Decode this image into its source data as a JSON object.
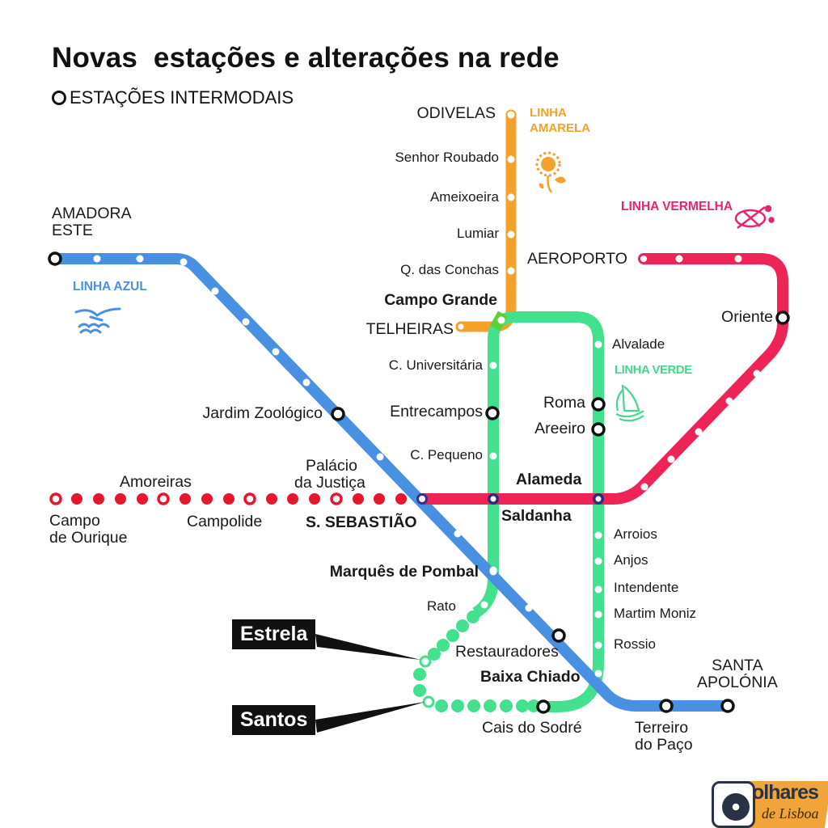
{
  "header": {
    "title": "Novas  estações e alterações na rede",
    "legend_label": "ESTAÇÕES INTERMODAIS",
    "legend_icon": "ring-icon"
  },
  "colors": {
    "azul": "#4a90e2",
    "amarela": "#f4a12c",
    "verde": "#43e08e",
    "vermelha": "#ee2356",
    "new_extension_red": "#e8162d",
    "interchange_overlap": "#3b2b8c",
    "callout_bg": "#111111",
    "text": "#1a1a1a"
  },
  "lines": {
    "azul": {
      "name": "LINHA AZUL",
      "icon": "seagull-icon",
      "stations": [
        "AMADORA ESTE",
        "Jardim Zoológico",
        "S. SEBASTIÃO",
        "Marquês de Pombal",
        "Restauradores",
        "Baixa Chiado",
        "Terreiro do Paço",
        "SANTA APOLÓNIA"
      ]
    },
    "amarela": {
      "name_line1": "LINHA",
      "name_line2": "AMARELA",
      "icon": "sunflower-icon",
      "stations": [
        "ODIVELAS",
        "Senhor Roubado",
        "Ameixoeira",
        "Lumiar",
        "Q. das Conchas",
        "Campo Grande",
        "TELHEIRAS"
      ]
    },
    "verde": {
      "name": "LINHA VERDE",
      "icon": "caravel-icon",
      "stations": [
        "Campo Grande",
        "C. Universitária",
        "Entrecampos",
        "C. Pequeno",
        "Saldanha",
        "Marquês de Pombal",
        "Rato",
        "Estrela",
        "Santos",
        "Cais do Sodré",
        "Baixa Chiado",
        "Rossio",
        "Martim Moniz",
        "Intendente",
        "Anjos",
        "Arroios",
        "Alameda",
        "Areeiro",
        "Roma",
        "Alvalade"
      ]
    },
    "vermelha": {
      "name": "LINHA VERMELHA",
      "icon": "compass-rose-icon",
      "stations": [
        "AEROPORTO",
        "Oriente",
        "Alameda",
        "Saldanha",
        "S. SEBASTIÃO",
        "Palácio da Justiça",
        "Campolide",
        "Amoreiras",
        "Campo de Ourique"
      ]
    }
  },
  "labels": {
    "odivelas": "ODIVELAS",
    "senhor_roubado": "Senhor Roubado",
    "ameixoeira": "Ameixoeira",
    "lumiar": "Lumiar",
    "q_conchas": "Q. das Conchas",
    "campo_grande": "Campo Grande",
    "telheiras": "TELHEIRAS",
    "amadora_1": "AMADORA",
    "amadora_2": "ESTE",
    "aeroporto": "AEROPORTO",
    "oriente": "Oriente",
    "alvalade": "Alvalade",
    "c_universitaria": "C. Universitária",
    "jardim_zoologico": "Jardim Zoológico",
    "entrecampos": "Entrecampos",
    "roma": "Roma",
    "areeiro": "Areeiro",
    "c_pequeno": "C. Pequeno",
    "amoreiras": "Amoreiras",
    "palacio_1": "Palácio",
    "palacio_2": "da Justiça",
    "alameda": "Alameda",
    "campo_ourique_1": "Campo",
    "campo_ourique_2": "de Ourique",
    "campolide": "Campolide",
    "s_sebastiao": "S. SEBASTIÃO",
    "saldanha": "Saldanha",
    "arroios": "Arroios",
    "anjos": "Anjos",
    "intendente": "Intendente",
    "marques_pombal": "Marquês de Pombal",
    "martim_moniz": "Martim Moniz",
    "rato": "Rato",
    "rossio": "Rossio",
    "restauradores": "Restauradores",
    "baixa_chiado": "Baixa Chiado",
    "santa_apolonia_1": "SANTA",
    "santa_apolonia_2": "APOLÓNIA",
    "cais_sodre": "Cais do Sodré",
    "terreiro_1": "Terreiro",
    "terreiro_2": "do Paço"
  },
  "callouts": {
    "estrela": "Estrela",
    "santos": "Santos"
  },
  "logo": {
    "text_main": "olhares",
    "text_sub": "de Lisboa",
    "icon": "camera-icon"
  }
}
